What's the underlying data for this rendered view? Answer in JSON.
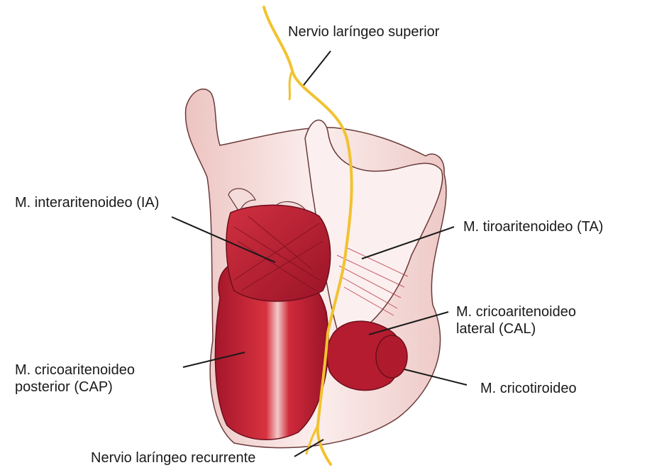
{
  "labels": {
    "nervio_superior": "Nervio laríngeo superior",
    "interaritenoideo": "M. interaritenoideo (IA)",
    "tiroaritenoideo": "M. tiroaritenoideo (TA)",
    "cricoaritenoideo_lateral": [
      "M. cricoaritenoideo",
      "lateral (CAL)"
    ],
    "cricoaritenoideo_posterior": [
      "M. cricoaritenoideo",
      "posterior (CAP)"
    ],
    "cricotiroideo": "M. cricotiroideo",
    "nervio_recurrente": "Nervio laríngeo recurrente"
  },
  "colors": {
    "cartilage": "#f7e3e1",
    "cartilage_shadow": "#e7b8b5",
    "muscle": "#c21f35",
    "muscle_dark": "#8e1224",
    "nerve": "#f2c230",
    "leader_line": "#1a1a1a"
  }
}
